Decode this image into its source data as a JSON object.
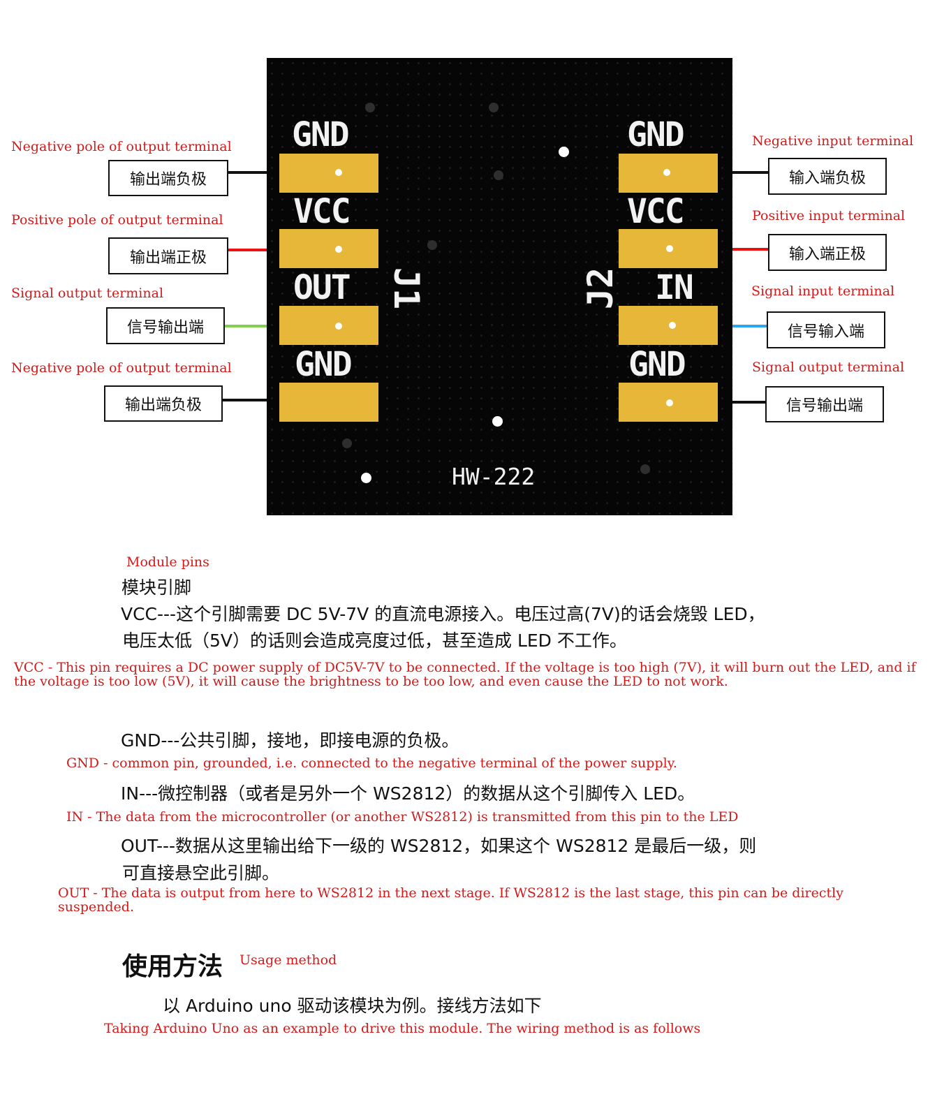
{
  "left_pins": [
    {
      "en": "Negative pole of output terminal",
      "cn": "输出端负极"
    },
    {
      "en": "Positive pole of output terminal",
      "cn": "输出端正极"
    },
    {
      "en": "Signal output terminal",
      "cn": "信号输出端"
    },
    {
      "en": "Negative pole of output terminal",
      "cn": "输出端负极"
    }
  ],
  "right_pins": [
    {
      "en": "Negative input terminal",
      "cn": "输入端负极"
    },
    {
      "en": "Positive input terminal",
      "cn": "输入端正极"
    },
    {
      "en": "Signal input terminal",
      "cn": "信号输入端"
    },
    {
      "en": "Signal output terminal",
      "cn": "信号输出端"
    }
  ],
  "board": {
    "j1_labels": [
      "GND",
      "VCC",
      "OUT",
      "GND"
    ],
    "j2_labels": [
      "GND",
      "VCC",
      "IN",
      "GND"
    ],
    "j1": "J1",
    "j2": "J2",
    "model": "HW-222"
  },
  "wire_colors": {
    "black": "#111111",
    "red": "#ee1111",
    "green": "#7ed04e",
    "blue": "#2aa7ee"
  },
  "text": {
    "module_pins_en": "Module pins",
    "module_pins_cn": "模块引脚",
    "vcc_cn_1": "VCC---这个引脚需要 DC 5V-7V 的直流电源接入。电压过高(7V)的话会烧毁 LED，",
    "vcc_cn_2": "电压太低（5V）的话则会造成亮度过低，甚至造成 LED 不工作。",
    "vcc_en": "VCC - This pin requires a DC power supply of DC5V-7V to be connected. If the voltage is too high (7V), it will burn out the LED, and if the voltage is too low (5V), it will cause the brightness to be too low, and even cause the LED to not work.",
    "gnd_cn": "GND---公共引脚，接地，即接电源的负极。",
    "gnd_en": "GND - common pin, grounded, i.e. connected to the negative terminal of the power supply.",
    "in_cn": "IN---微控制器（或者是另外一个 WS2812）的数据从这个引脚传入 LED。",
    "in_en": "IN - The data from the microcontroller (or another WS2812) is transmitted from this pin to the LED",
    "out_cn_1": "OUT---数据从这里输出给下一级的 WS2812，如果这个 WS2812 是最后一级，则",
    "out_cn_2": "可直接悬空此引脚。",
    "out_en": "OUT - The data is output from here to WS2812 in the next stage. If WS2812 is the last stage, this pin can be directly suspended.",
    "usage_cn": "使用方法",
    "usage_en": "Usage method",
    "arduino_cn": "以 Arduino uno 驱动该模块为例。接线方法如下",
    "arduino_en": "Taking Arduino Uno as an example to drive this module. The wiring method is as follows"
  }
}
